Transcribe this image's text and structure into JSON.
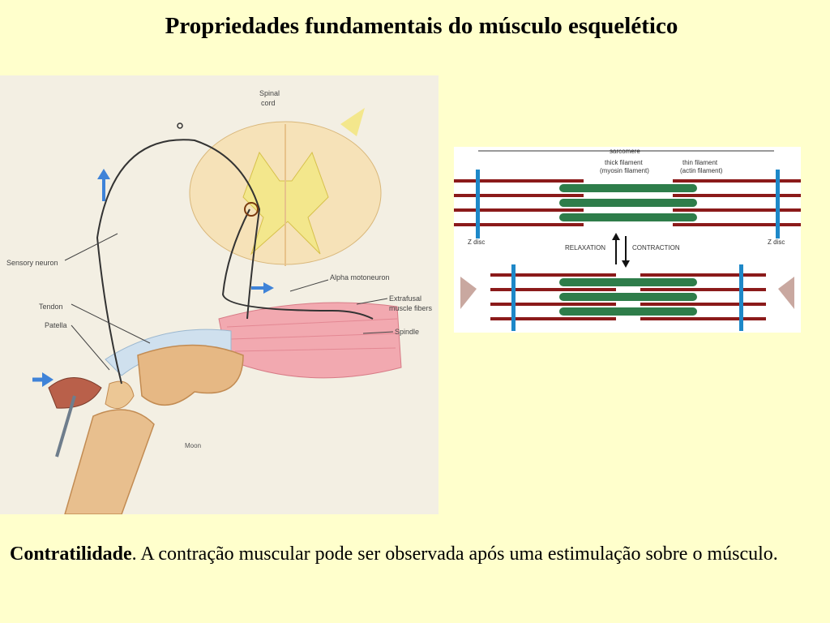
{
  "slide": {
    "title": "Propriedades fundamentais do músculo esquelético",
    "caption_bold": "Contratilidade",
    "caption_rest": ". A contração muscular pode ser observada após uma estimulação sobre o músculo."
  },
  "reflex_figure": {
    "labels": {
      "spinal_cord_1": "Spinal",
      "spinal_cord_2": "cord",
      "sensory_neuron": "Sensory neuron",
      "alpha_motoneuron": "Alpha motoneuron",
      "extrafusal_1": "Extrafusal",
      "extrafusal_2": "muscle fibers",
      "spindle": "Spindle",
      "tendon": "Tendon",
      "patella": "Patella",
      "moon": "Moon"
    }
  },
  "sarcomere_figure": {
    "labels": {
      "sarcomere": "sarcomere",
      "thick_1": "thick filament",
      "thick_2": "(myosin filament)",
      "thin_1": "thin filament",
      "thin_2": "(actin filament)",
      "z_disc_left": "Z disc",
      "z_disc_right": "Z disc",
      "relaxation": "RELAXATION",
      "contraction": "CONTRACTION"
    }
  },
  "colors": {
    "background": "#ffffcc",
    "z_disc": "#1e88c8",
    "myosin": "#2e7d4a",
    "actin": "#8b1a1a"
  }
}
